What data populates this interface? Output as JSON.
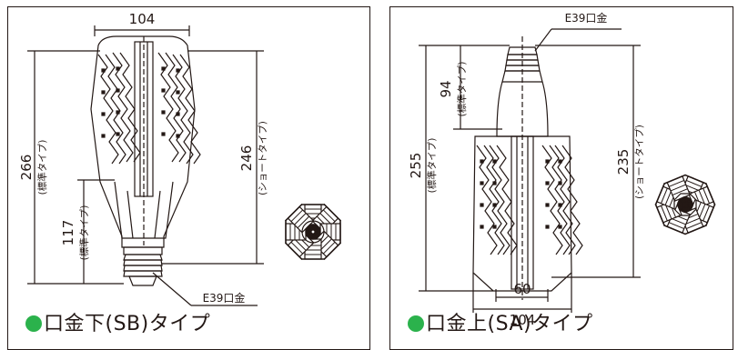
{
  "colors": {
    "bullet": "#2bb24c",
    "line": "#231815"
  },
  "left": {
    "title": "口金下(SB)タイプ",
    "dim_width": "104",
    "dim_total_value": "266",
    "dim_total_note": "(標準タイプ)",
    "dim_short_value": "246",
    "dim_short_note": "(ショートタイプ)",
    "dim_base_value": "117",
    "dim_base_note": "(標準タイプ)",
    "base_label": "E39口金"
  },
  "right": {
    "title": "口金上(SA)タイプ",
    "base_label": "E39口金",
    "dim_neck_value": "94",
    "dim_neck_note": "(標準タイプ)",
    "dim_total_value": "255",
    "dim_total_note": "(標準タイプ)",
    "dim_short_value": "235",
    "dim_short_note": "(ショートタイプ)",
    "dim_inner_width": "60",
    "dim_width": "104"
  }
}
